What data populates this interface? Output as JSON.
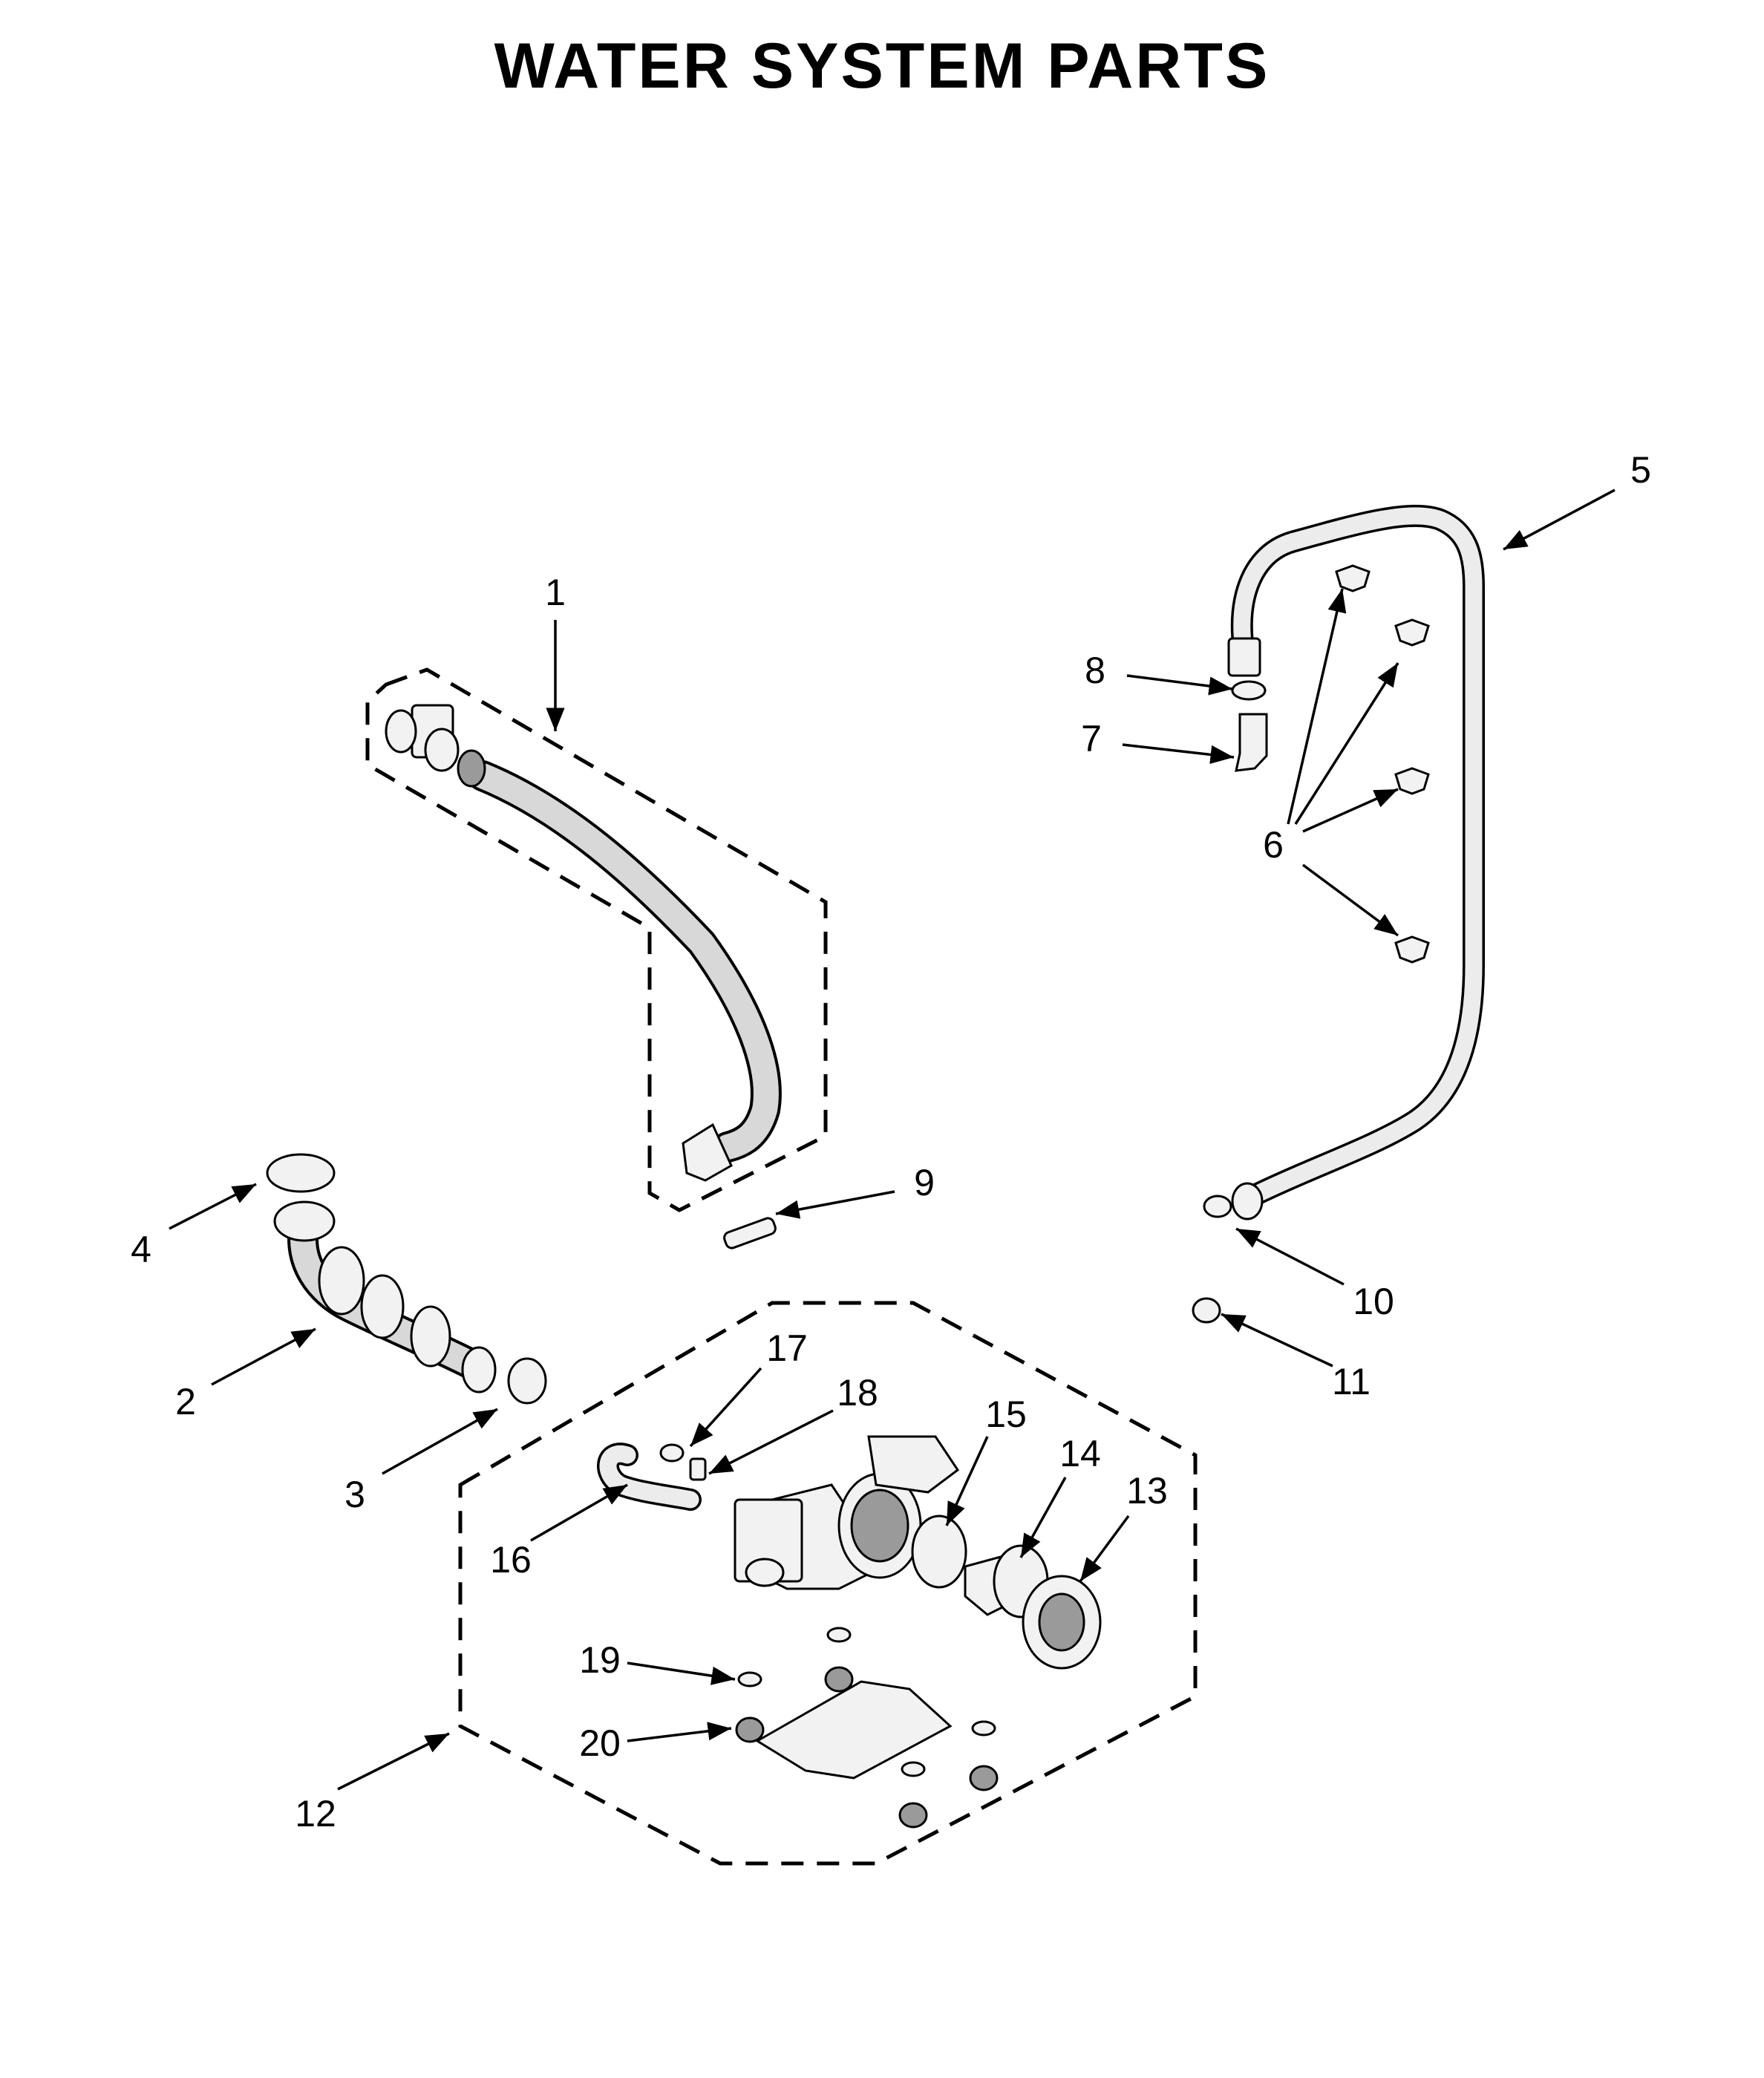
{
  "title": "WATER SYSTEM PARTS",
  "callouts": {
    "c1": "1",
    "c2": "2",
    "c3": "3",
    "c4": "4",
    "c5": "5",
    "c6": "6",
    "c7": "7",
    "c8": "8",
    "c9": "9",
    "c10": "10",
    "c11": "11",
    "c12": "12",
    "c13": "13",
    "c14": "14",
    "c15": "15",
    "c16": "16",
    "c17": "17",
    "c18": "18",
    "c19": "19",
    "c20": "20"
  }
}
